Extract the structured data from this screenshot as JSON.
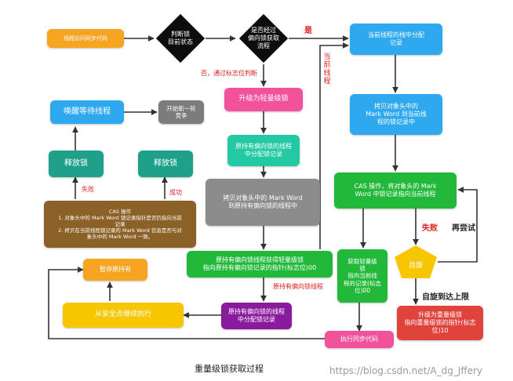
{
  "nodes": {
    "start": "线程访问同步代码",
    "judge_lock": "判断锁\n目前状态",
    "judge_biased": "是否经过\n偏向锁获取\n流程",
    "record_in_stack": "当前线程的栈中分配\n记录",
    "upgrade_light": "升级为轻量级锁",
    "holder_alloc": "原持有偏向锁的线程\n中分配锁记录",
    "copy_mw_holder": "拷贝对象头中的 Mark Word\n到原持有偏向锁的线程中",
    "holder_get_light": "原持有偏向锁线程获得轻量级锁\n指向原持有偏向锁记录的指针(标志位)00",
    "copy_mw_current": "拷贝对象头中的\nMark Word 到当前线\n程的锁记录中",
    "cas_current": "CAS 操作，将对象头的 Mark\nWord 中锁记录指向当前线程",
    "get_light_current": "获取轻量级\n锁\n指向当前线\n程的记录(标志\n位)00",
    "spin": "自旋",
    "upgrade_heavy": "升级为重量级锁\n指向重量级锁的指针(标志位)10",
    "exec_sync": "执行同步代码",
    "holder_alloc2": "原持有偏向锁的线程\n中分配锁记录",
    "safepoint": "从安全点继续执行",
    "pause_holder": "暂停原持有",
    "cas_release": "CAS 操作\n1. 对象头中的 Mark Word 锁记录指针是否仍指向当前\n记录\n2. 拷贝在当前线程锁记录的 Mark Word 信息是否与对\n象头中的 Mark Word 一致。",
    "release_left": "释放锁",
    "release_right": "释放锁",
    "wake_waiting": "唤醒等待线程",
    "new_compete": "开始新一轮\n竞争"
  },
  "labels": {
    "yes": "是",
    "no_check_flag": "否，通过标志位判断",
    "current_thread": "当前\n线程",
    "holder_biased": "原持有偏向锁线程",
    "fail_cas": "失败",
    "success_cas": "成功",
    "fail_spin": "失败",
    "retry": "再尝试",
    "spin_limit": "自旋到达上限"
  },
  "caption": "重量级锁获取过程",
  "watermark": "https://blog.csdn.net/A_dg_Jffery",
  "colors": {
    "orange": "#f7a423",
    "black": "#0d0d0d",
    "blue": "#2ea8ee",
    "pink": "#f2529a",
    "green_teal": "#22c9a2",
    "green": "#22b93a",
    "gray": "#8c8c8c",
    "purple": "#8b1b9e",
    "yellow": "#f6c700",
    "brown": "#8b6127",
    "teal": "#1ea08b",
    "light_gray": "#7c7c7c",
    "red": "#e0423c"
  }
}
